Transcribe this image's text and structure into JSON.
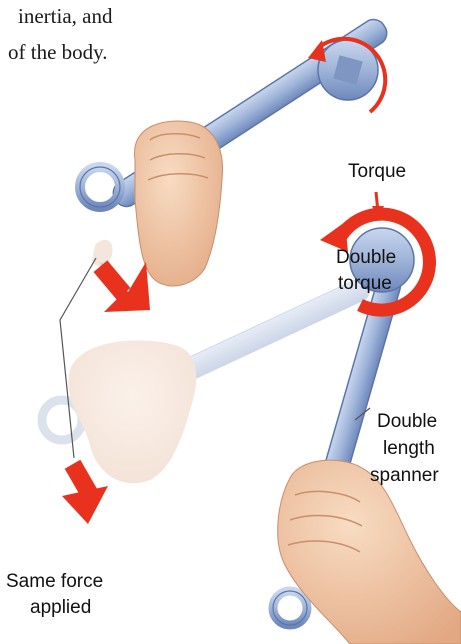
{
  "text": {
    "line1": "inertia, and",
    "line2": "of the body."
  },
  "labels": {
    "torque": "Torque",
    "double_torque_1": "Double",
    "double_torque_2": "torque",
    "double_length_1": "Double",
    "double_length_2": "length",
    "double_length_3": "spanner",
    "same_force_1": "Same force",
    "same_force_2": "applied"
  },
  "colors": {
    "arrow_red": "#e8321e",
    "spanner_blue": "#9fb4d8",
    "spanner_dark": "#6e88bc",
    "skin": "#f2c8a6",
    "skin_dark": "#e2a883"
  },
  "icons": [
    "spanner-icon",
    "hand-icon",
    "rotation-arrow-icon",
    "force-arrow-icon"
  ]
}
